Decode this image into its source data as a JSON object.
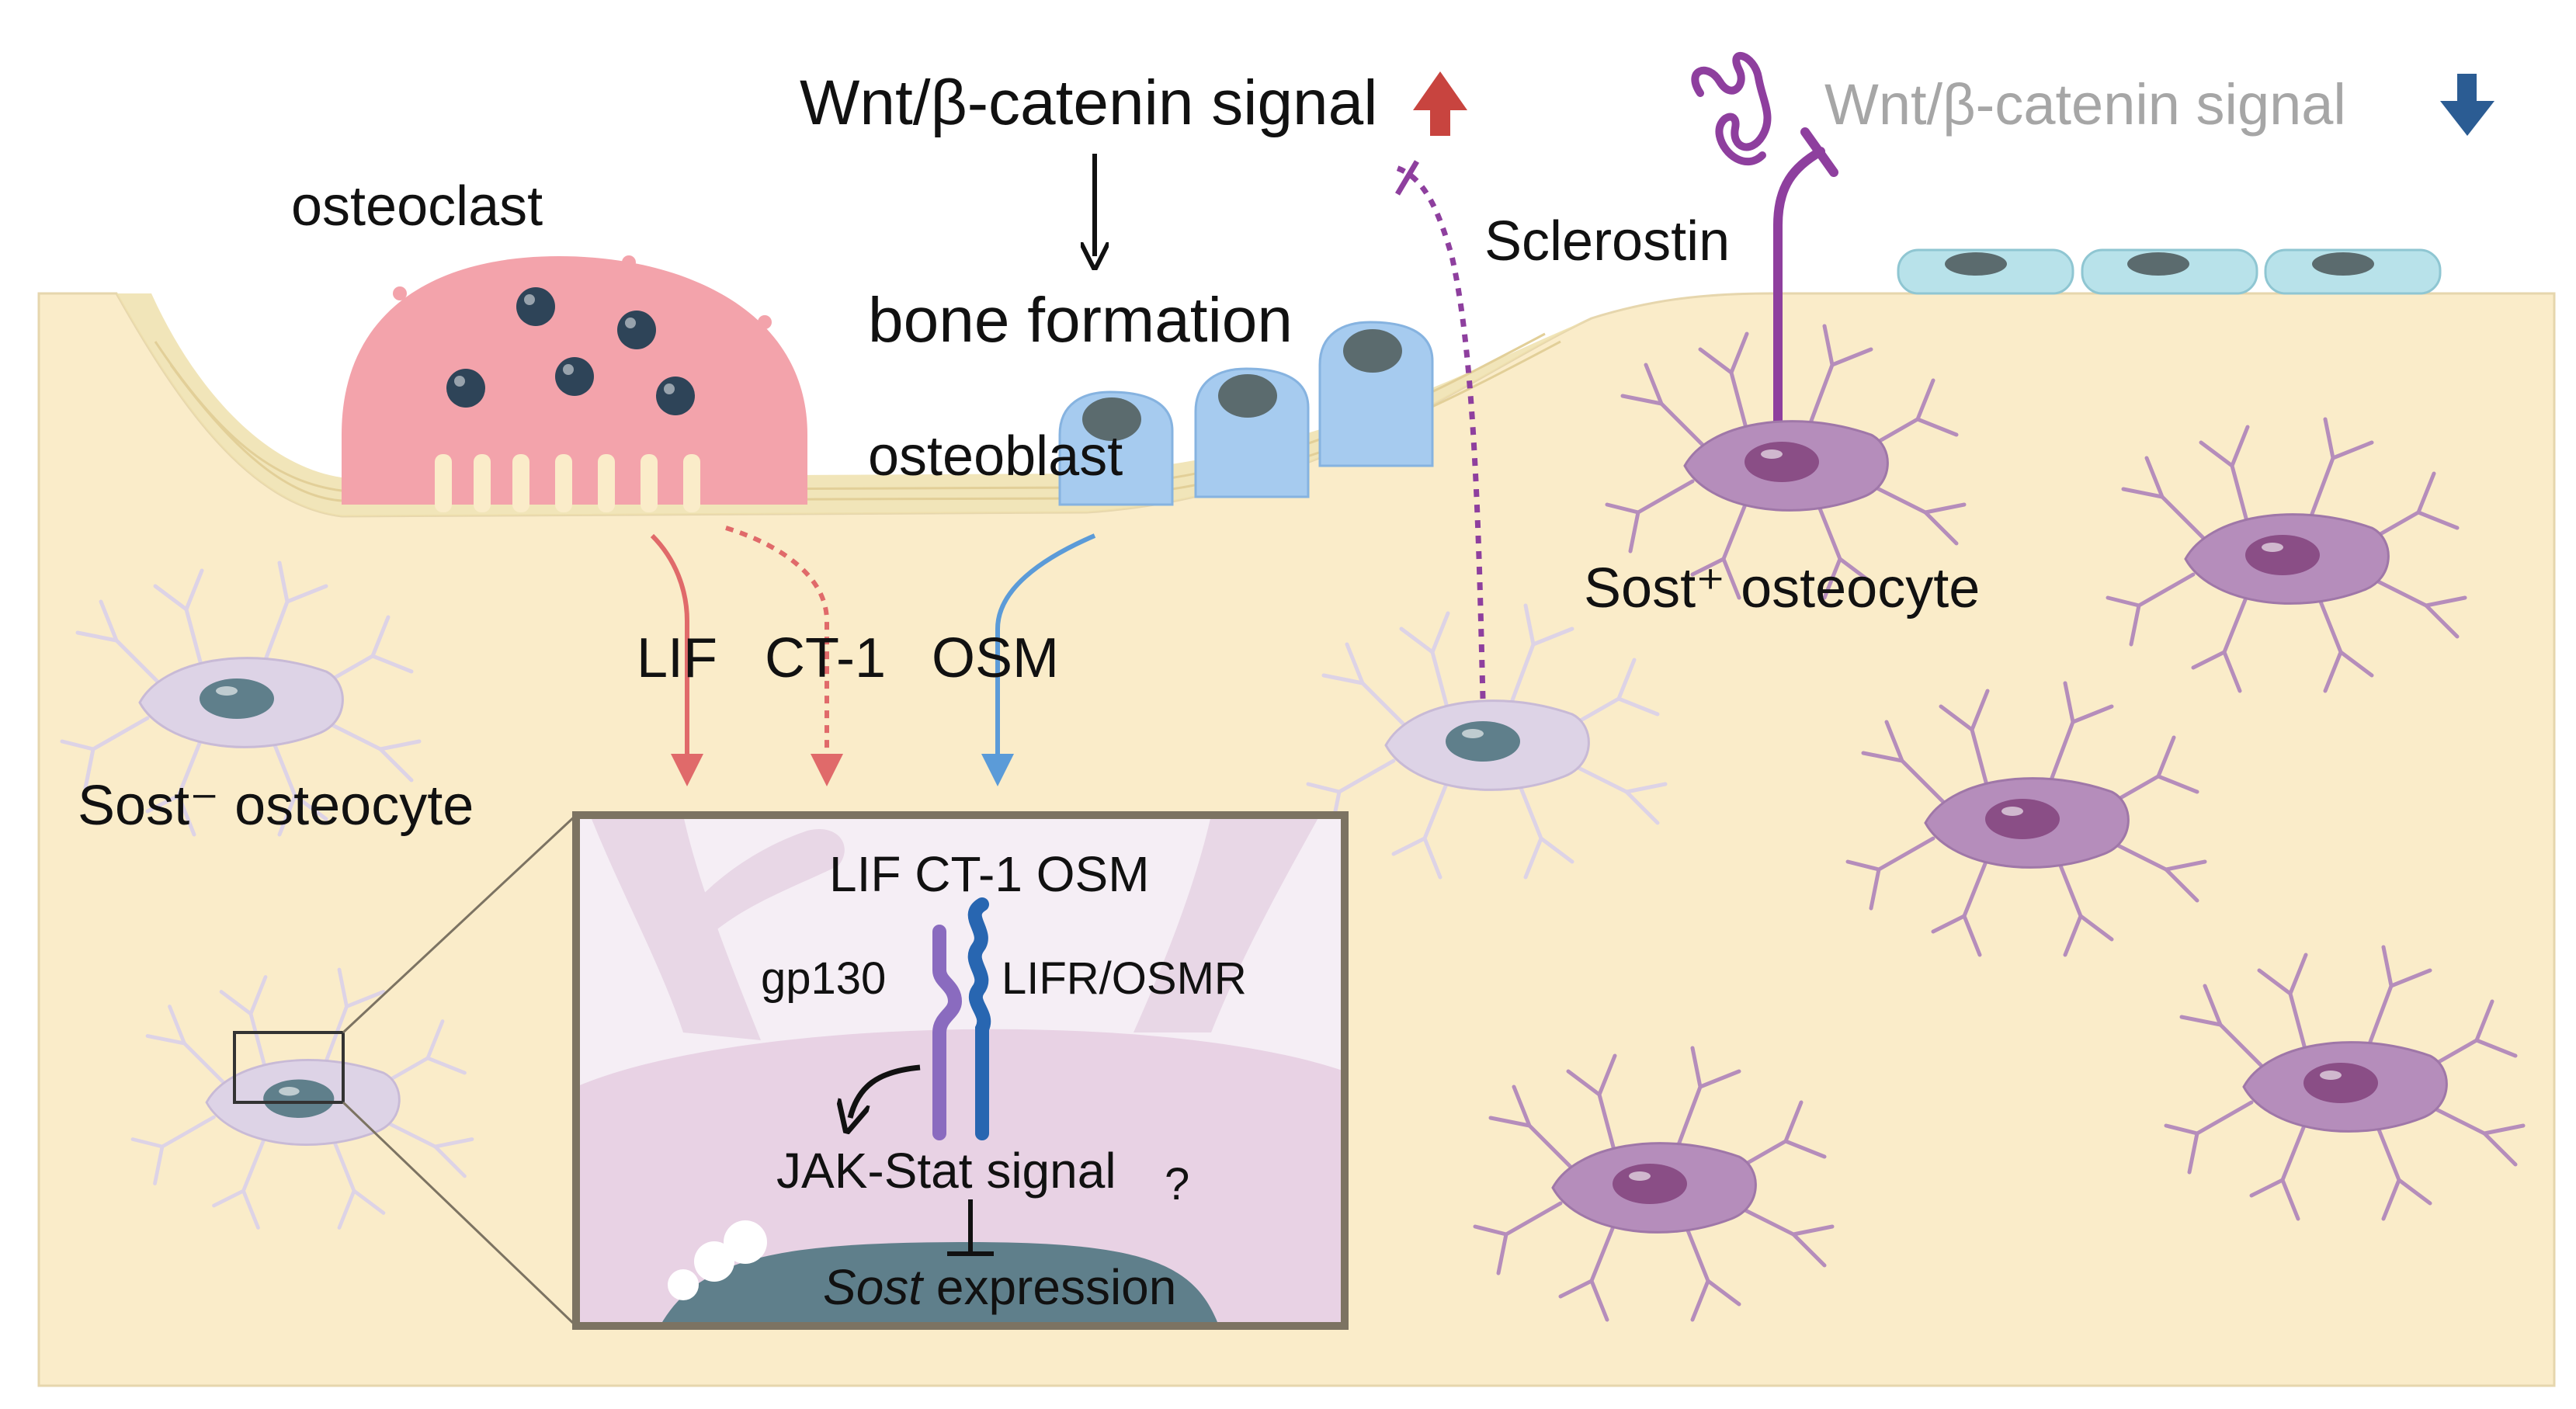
{
  "labels": {
    "wnt_up": "Wnt/β-catenin signal",
    "wnt_down": "Wnt/β-catenin signal",
    "bone_formation": "bone formation",
    "osteoclast": "osteoclast",
    "osteoblast": "osteoblast",
    "sclerostin": "Sclerostin",
    "sost_pos_osteocyte": "Sost⁺ osteocyte",
    "sost_neg_osteocyte": "Sost⁻ osteocyte",
    "lif": "LIF",
    "ct1": "CT-1",
    "osm": "OSM",
    "inset_cytokines": "LIF CT-1 OSM",
    "gp130": "gp130",
    "lifr_osmr": "LIFR/OSMR",
    "jak_stat": "JAK-Stat signal",
    "question": "?",
    "sost_italic": "Sost",
    "expression": " expression"
  },
  "colors": {
    "bone_matrix": "#faecc9",
    "bone_surface": "#efe0ad",
    "osteoclast": "#f3a3ab",
    "osteoclast_nucleus": "#2e4458",
    "osteoblast": "#a6cbef",
    "osteoblast_nucleus": "#5b6b6e",
    "lining_cell": "#b8e2ea",
    "osteocyte_light": "#ddd3e6",
    "osteocyte_dark": "#b58dbb",
    "osteocyte_nucleus_light": "#5f7f8b",
    "osteocyte_nucleus_dark": "#8a4e86",
    "lif_arrow": "#e06a6a",
    "ct1_arrow": "#e06a6a",
    "osm_arrow": "#5b9bd8",
    "sclerostin": "#8e3f9e",
    "arrow_up": "#c8443f",
    "arrow_down": "#2b5c93",
    "wnt_down_text": "#a6a6a6",
    "gp130": "#8a6bbf",
    "lifr_osmr": "#2866b1",
    "inset_frame": "#7c7362",
    "inset_bg": "#f5eef5"
  }
}
